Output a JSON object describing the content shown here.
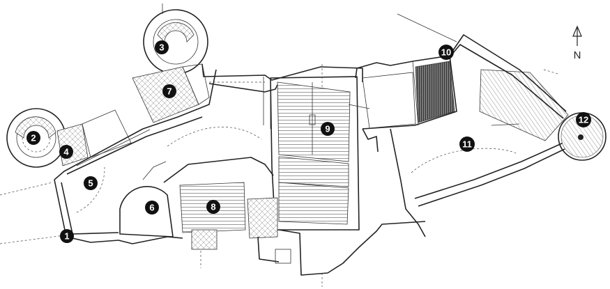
{
  "markers": [
    {
      "label": "1"
    },
    {
      "label": "2"
    },
    {
      "label": "3"
    },
    {
      "label": "4"
    },
    {
      "label": "5"
    },
    {
      "label": "6"
    },
    {
      "label": "7"
    },
    {
      "label": "8"
    },
    {
      "label": "9"
    },
    {
      "label": "10"
    },
    {
      "label": "11"
    },
    {
      "label": "12"
    }
  ],
  "north_arrow": {
    "label": "N",
    "icon": "north-arrow-icon"
  },
  "colors": {
    "ink": "#111111",
    "line": "#222222",
    "paper": "#ffffff"
  }
}
